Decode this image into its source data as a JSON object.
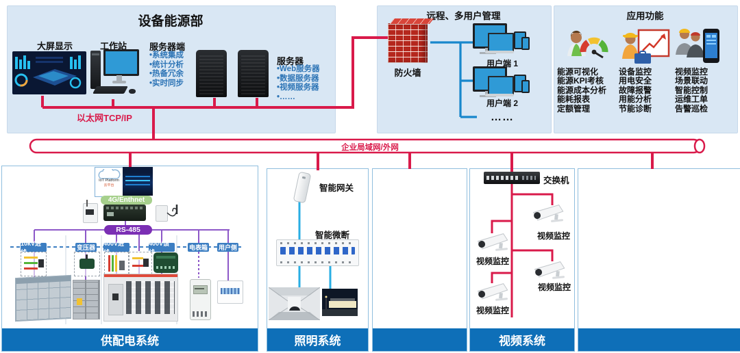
{
  "colors": {
    "red": "#d91a4a",
    "blue": "#1887cc",
    "cyan": "#29aee3",
    "purple": "#7b2fb4",
    "footer_blue": "#0e6fb8",
    "accent_green": "#a6d08c"
  },
  "dept": {
    "title": "设备能源部",
    "screen": "大屏显示",
    "workstation": "工作站",
    "server_side": "服务器端",
    "server_side_items": [
      "•系统集成",
      "•统计分析",
      "•热备冗余",
      "•实时同步"
    ],
    "server": "服务器",
    "server_items": [
      "•Web服务器",
      "•数据服务器",
      "•视频服务器",
      "•……"
    ],
    "ethernet": "以太网TCP/IP"
  },
  "remote": {
    "title": "远程、多用户管理",
    "firewall": "防火墙",
    "client1": "用户端 1",
    "client2": "用户端 2",
    "more": "……"
  },
  "apps": {
    "title": "应用功能",
    "col1": [
      "能源可视化",
      "能源KPI考核",
      "能源成本分析",
      "能耗报表",
      "定额管理"
    ],
    "col2": [
      "设备监控",
      "用电安全",
      "故障报警",
      "用能分析",
      "节能诊断"
    ],
    "col3": [
      "视频监控",
      "场景联动",
      "智能控制",
      "运维工单",
      "告警巡检"
    ]
  },
  "backbone": {
    "label": "企业局域网/外网"
  },
  "power": {
    "iot": "IoT Platform",
    "iot_sub": "云平台",
    "net": "4G/Enthnet",
    "bus": "RS-485",
    "feeders": [
      "10kV进线",
      "变压器",
      "400V进线",
      "400V馈线",
      "电表箱",
      "用户侧"
    ],
    "footer": "供配电系统"
  },
  "lighting": {
    "gateway": "智能网关",
    "breaker": "智能微断",
    "footer": "照明系统"
  },
  "video": {
    "switch": "交换机",
    "camera": "视频监控",
    "footer": "视频系统"
  }
}
